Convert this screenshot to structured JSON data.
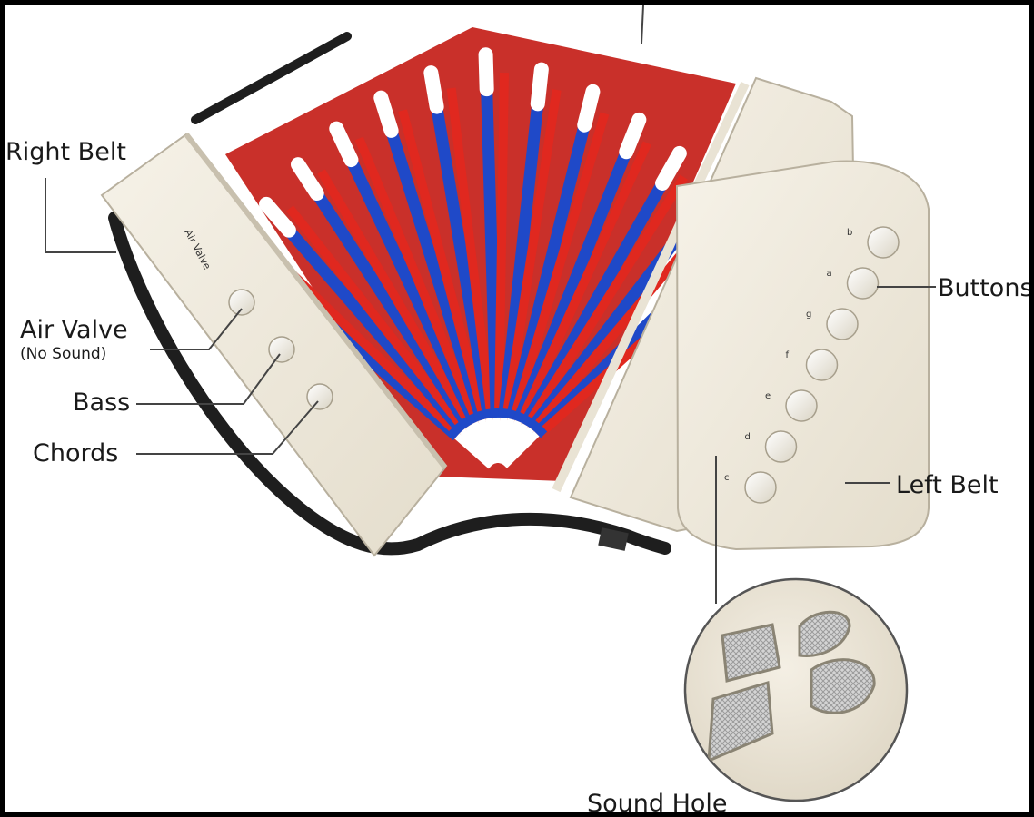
{
  "labels": {
    "right_belt": "Right Belt",
    "air_valve": "Air Valve",
    "air_valve_note": "(No Sound)",
    "bass": "Bass",
    "chords": "Chords",
    "buttons": "Buttons",
    "left_belt": "Left Belt",
    "sound_hole": "Sound Hole"
  },
  "body_print": {
    "air_valve_text": "Air Valve"
  },
  "button_notes": [
    "b",
    "a",
    "g",
    "f",
    "e",
    "d",
    "c"
  ],
  "colors": {
    "body": "#f1ecdf",
    "bellows_red": "#d8221f",
    "bellows_blue": "#1f49c8",
    "leader_line": "#444444",
    "strap": "#1e1e1e"
  }
}
